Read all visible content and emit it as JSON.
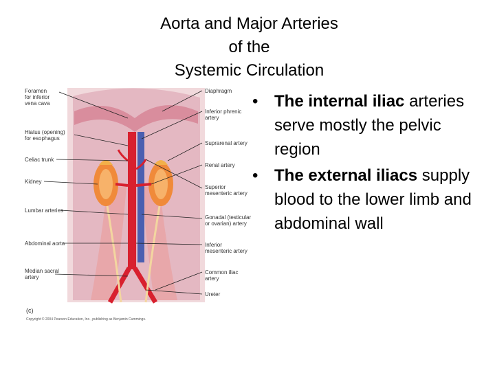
{
  "slide": {
    "title_lines": [
      "Aorta and Major Arteries",
      "of the",
      "Systemic Circulation"
    ],
    "bullets": [
      {
        "bold": "The internal iliac",
        "rest": "arteries serve mostly the pelvic region"
      },
      {
        "bold": "The external iliacs",
        "rest": "supply blood to the lower limb and abdominal wall"
      }
    ]
  },
  "figure": {
    "left_labels": [
      "Foramen\nfor inferior\nvena cava",
      "Hiatus (opening)\nfor esophagus",
      "Celiac trunk",
      "Kidney",
      "Lumbar arteries",
      "Abdominal aorta",
      "Median sacral\nartery"
    ],
    "right_labels": [
      "Diaphragm",
      "Inferior phrenic\nartery",
      "Suprarenal artery",
      "Renal artery",
      "Superior\nmesenteric artery",
      "Gonadal (testicular\nor ovarian) artery",
      "Inferior\nmesenteric artery",
      "Common iliac artery",
      "Ureter"
    ],
    "panel_letter": "(c)",
    "copyright": "Copyright © 2004 Pearson Education, Inc., publishing as Benjamin Cummings."
  }
}
